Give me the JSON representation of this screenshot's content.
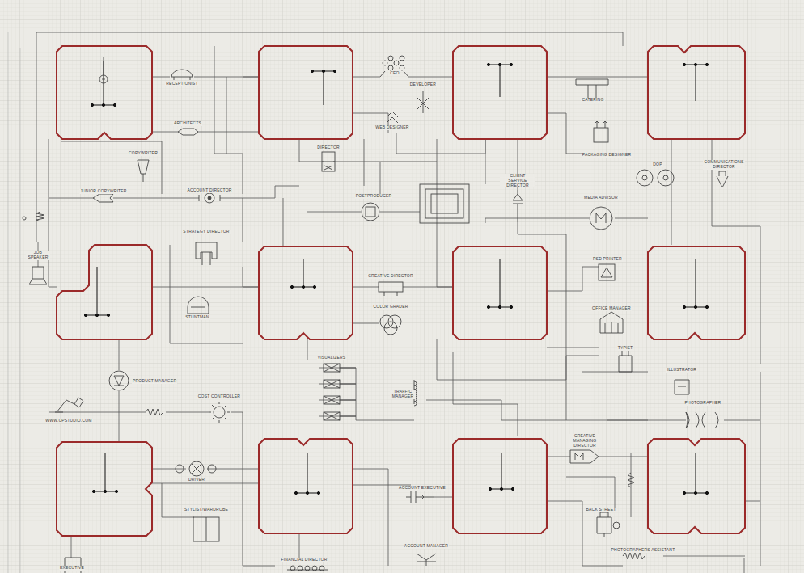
{
  "diagram": {
    "labels": [
      "RECEPTIONIST",
      "CEO",
      "DEVELOPER",
      "ARCHITECTS",
      "WEB DESIGNER",
      "CATERING",
      "DIRECTOR",
      "COPYWRITER",
      "PACKAGING DESIGNER",
      "DOP",
      "COMMUNICATIONS DIRECTOR",
      "CLIENT SERVICE DIRECTOR",
      "JUNIOR COPYWRITER",
      "ACCOUNT DIRECTOR",
      "POSTPRODUCER",
      "MEDIA ADVISOR",
      "STRATEGY DIRECTOR",
      "JOB SPEAKER",
      "PSD PRINTER",
      "CREATIVE DIRECTOR",
      "COLOR GRADER",
      "OFFICE MANAGER",
      "STUNTMAN",
      "TYPIST",
      "VISUALIZERS",
      "ILLUSTRATOR",
      "PRODUCT MANAGER",
      "TRAFFIC MANAGER",
      "COST CONTROLLER",
      "PHOTOGRAPHER",
      "WWW.UPSTUDIO.COM",
      "CREATIVE MANAGING DIRECTOR",
      "DRIVER",
      "ACCOUNT EXECUTIVE",
      "STYLIST/WARDROBE",
      "BACK STREET",
      "ACCOUNT MANAGER",
      "PHOTOGRAPHERS ASSISTANT",
      "FINANCIAL DIRECTOR",
      "EXECUTIVE"
    ]
  }
}
